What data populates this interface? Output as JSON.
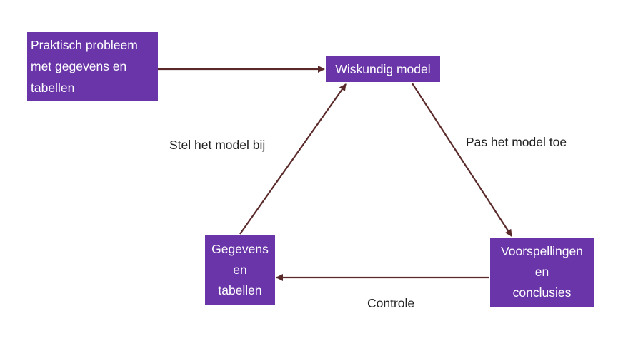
{
  "nodes": {
    "praktisch": {
      "lines": [
        "Praktisch probleem",
        "met gegevens en",
        "tabellen"
      ]
    },
    "model": {
      "lines": [
        "Wiskundig model"
      ]
    },
    "gegevens": {
      "lines": [
        "Gegevens",
        "en",
        "tabellen"
      ]
    },
    "voorspellingen": {
      "lines": [
        "Voorspellingen",
        "en",
        "conclusies"
      ]
    }
  },
  "edges": {
    "stel_label": "Stel het model bij",
    "pas_label": "Pas het model toe",
    "controle_label": "Controle"
  },
  "colors": {
    "box_fill": "#6a35a8",
    "box_text": "#ffffff",
    "arrow": "#5a2a2a",
    "label_text": "#222222"
  }
}
